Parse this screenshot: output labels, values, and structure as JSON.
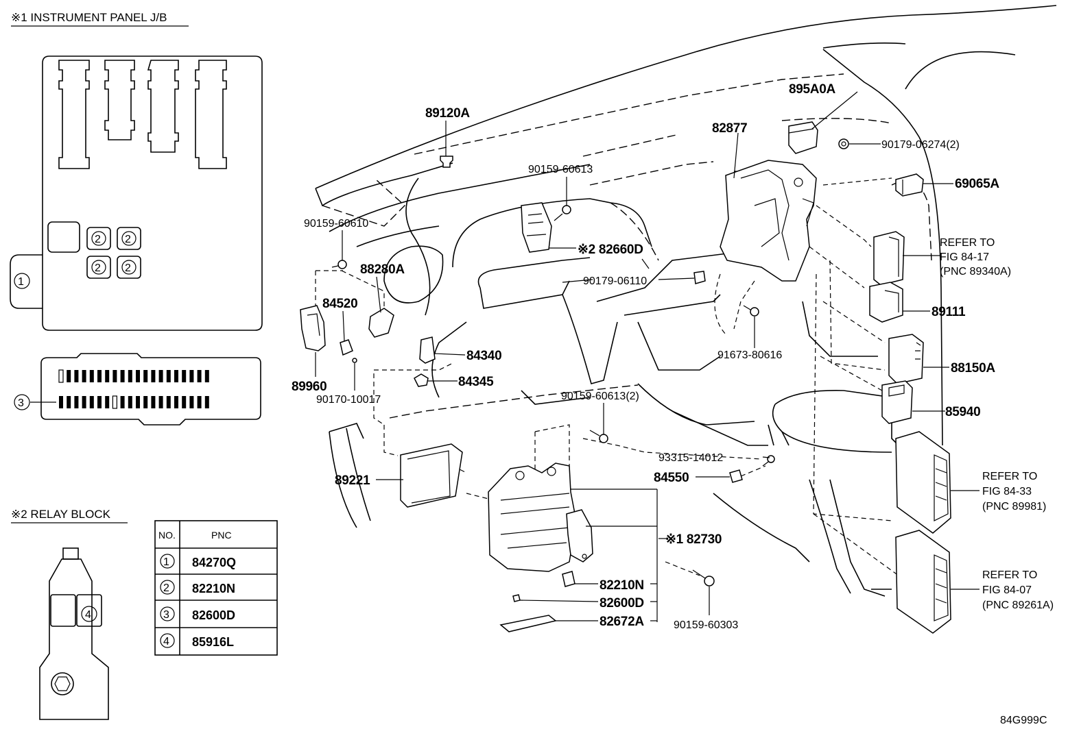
{
  "panel_caption": "※1 INSTRUMENT PANEL J/B",
  "relay_caption": "※2 RELAY BLOCK",
  "table": {
    "header_no": "NO.",
    "header_pnc": "PNC",
    "rows": [
      {
        "no": "1",
        "pnc": "84270Q"
      },
      {
        "no": "2",
        "pnc": "82210N"
      },
      {
        "no": "3",
        "pnc": "82600D"
      },
      {
        "no": "4",
        "pnc": "85916L"
      }
    ]
  },
  "callouts": {
    "c1": "1",
    "c2": "2",
    "c3": "3",
    "c4": "4"
  },
  "parts": {
    "p89120A": "89120A",
    "p895A0A": "895A0A",
    "p82877": "82877",
    "p90179_06274": "90179-06274(2)",
    "p69065A": "69065A",
    "p90159_60613a": "90159-60613",
    "p90159_60610": "90159-60610",
    "p82660D": "※2 82660D",
    "p88280A": "88280A",
    "p84520": "84520",
    "p90179_06110": "90179-06110",
    "p89111": "89111",
    "p84340": "84340",
    "p91673_80616": "91673-80616",
    "p88150A": "88150A",
    "p84345": "84345",
    "p89960": "89960",
    "p90170_10017": "90170-10017",
    "p90159_60613b": "90159-60613(2)",
    "p85940": "85940",
    "p93315_14012": "93315-14012",
    "p84550": "84550",
    "p89221": "89221",
    "p82730": "※1 82730",
    "p82210N": "82210N",
    "p82600D": "82600D",
    "p82672A": "82672A",
    "p90159_60303": "90159-60303"
  },
  "refs": {
    "r1": [
      "REFER TO",
      "FIG 84-17",
      "(PNC 89340A)"
    ],
    "r2": [
      "REFER TO",
      "FIG 84-33",
      "(PNC 89981)"
    ],
    "r3": [
      "REFER TO",
      "FIG 84-07",
      "(PNC 89261A)"
    ]
  },
  "diagram_id": "84G999C"
}
